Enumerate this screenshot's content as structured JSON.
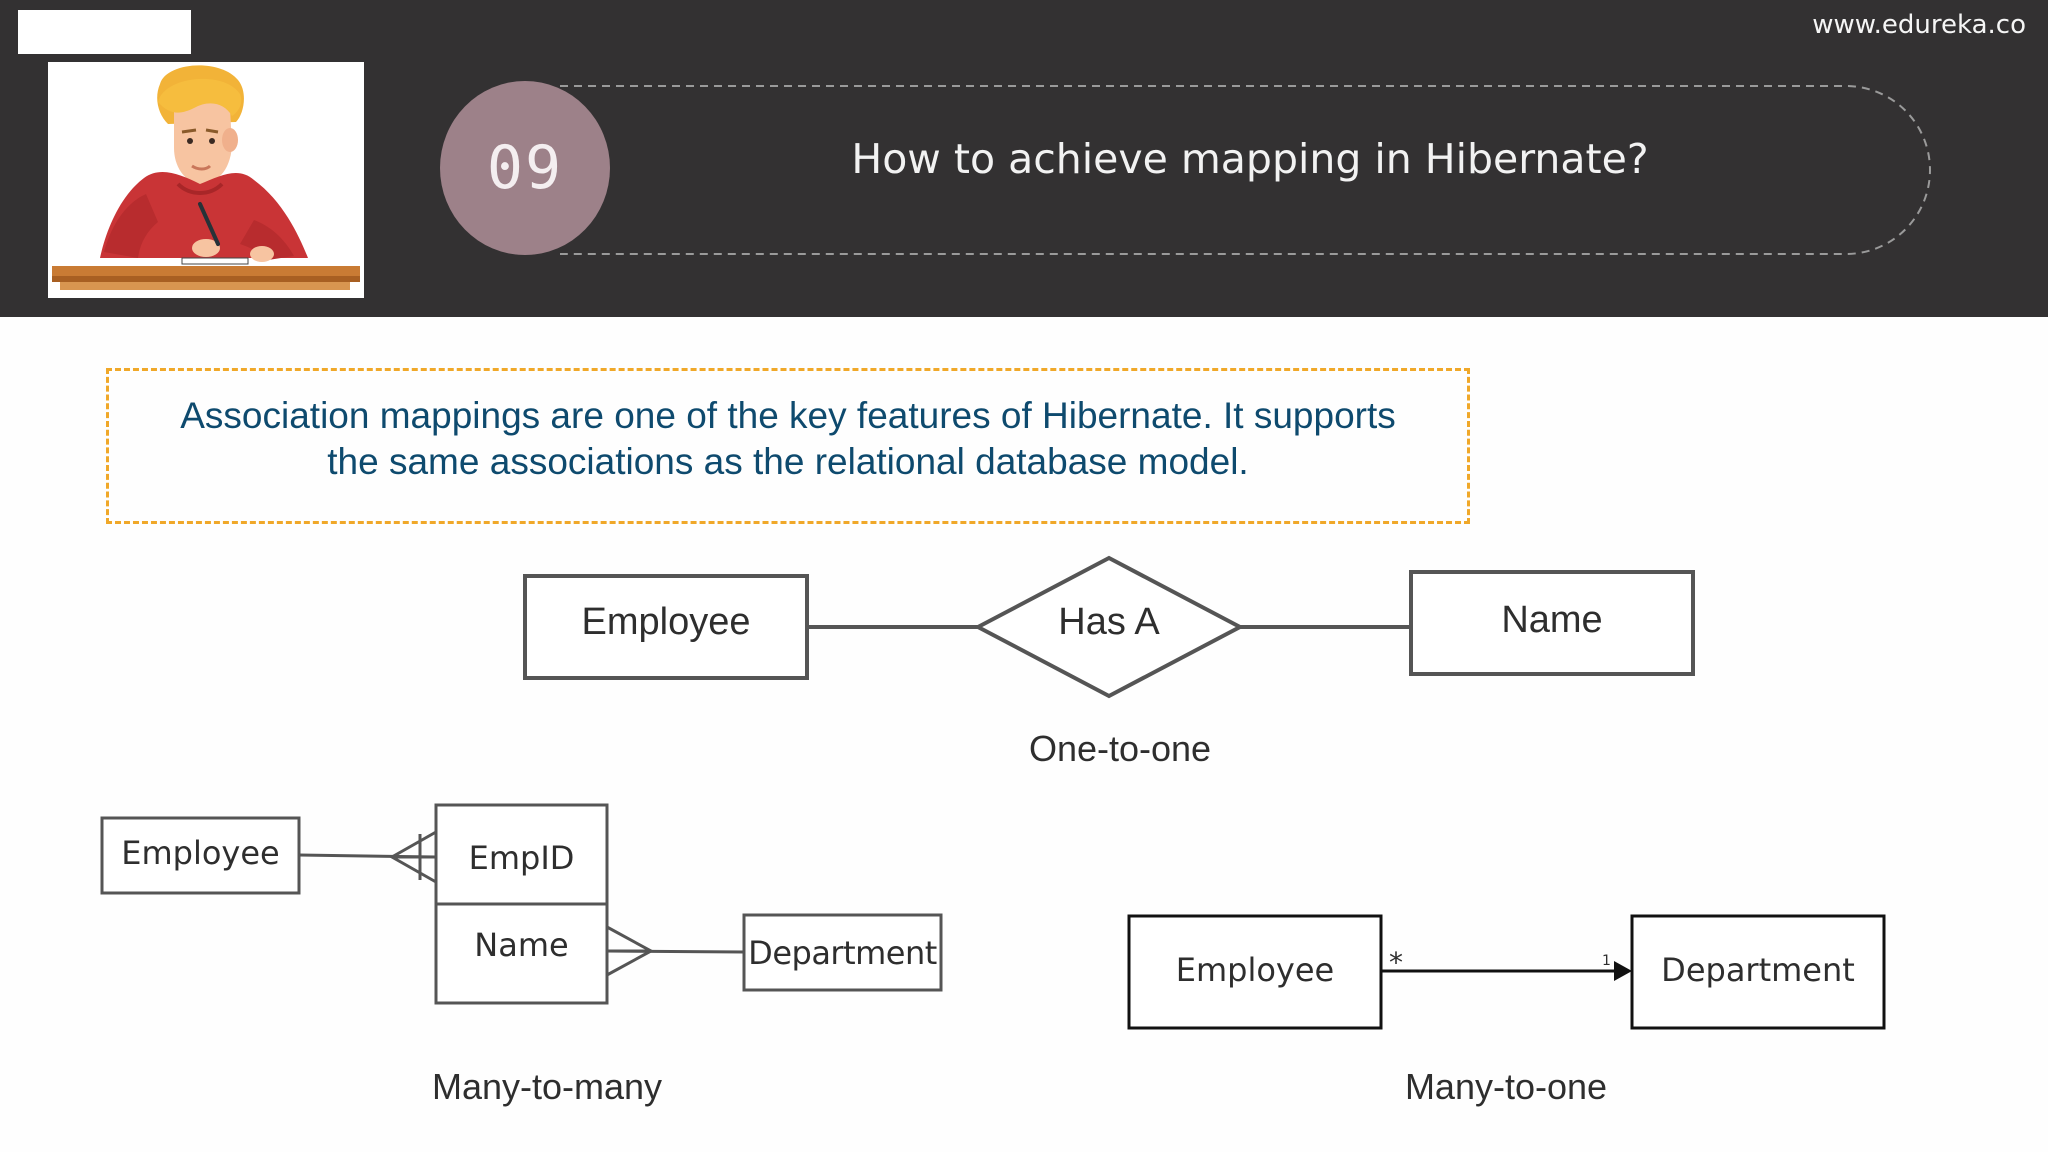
{
  "header": {
    "section_number": "09",
    "title": "How to achieve mapping in Hibernate?",
    "site_url": "www.edureka.co"
  },
  "intro": {
    "line1": "Association mappings are one of the key features of Hibernate. It supports",
    "line2": "the same associations as the relational database model."
  },
  "one_to_one": {
    "left_entity": "Employee",
    "relationship": "Has A",
    "right_entity": "Name",
    "caption": "One-to-one"
  },
  "many_to_many": {
    "left_entity": "Employee",
    "middle_attr_1": "EmpID",
    "middle_attr_2": "Name",
    "right_entity": "Department",
    "caption": "Many-to-many"
  },
  "many_to_one": {
    "left_entity": "Employee",
    "left_multiplicity": "*",
    "right_multiplicity": "1",
    "right_entity": "Department",
    "caption": "Many-to-one"
  },
  "colors": {
    "header_bg": "#333132",
    "section_circle": "#9d8189",
    "dashed_border": "#f0a829",
    "intro_text": "#0e4a6e",
    "diagram_stroke": "#555555"
  }
}
